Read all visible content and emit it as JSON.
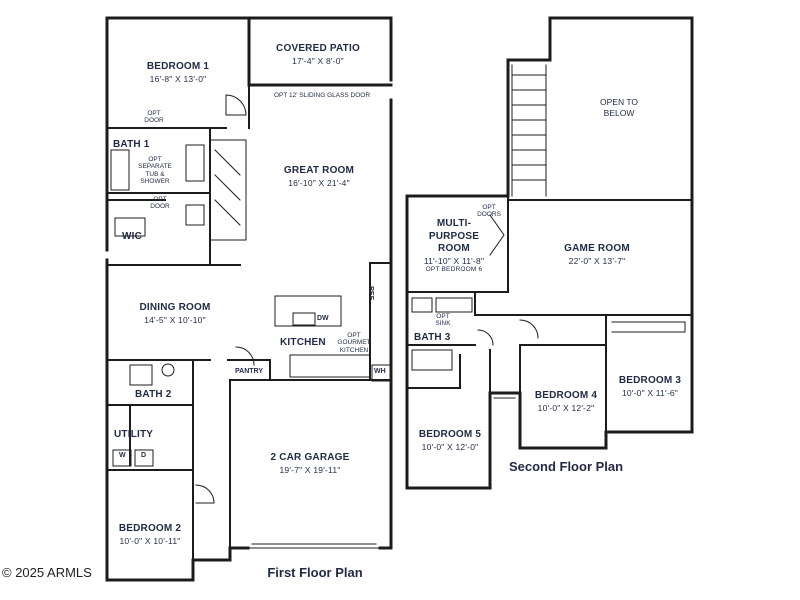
{
  "first_floor": {
    "title": "First Floor Plan",
    "bedroom1": {
      "name": "BEDROOM 1",
      "dim": "16'-8\" X 13'-0\""
    },
    "covered_patio": {
      "name": "COVERED PATIO",
      "dim": "17'-4\" X 8'-0\""
    },
    "opt_sliding": "OPT 12' SLIDING GLASS DOOR",
    "opt_door_1": "OPT\nDOOR",
    "bath1": {
      "name": "BATH 1"
    },
    "opt_tub": "OPT\nSEPARATE\nTUB &\nSHOWER",
    "opt_door_2": "OPT\nDOOR",
    "wic": "WIC",
    "great_room": {
      "name": "GREAT ROOM",
      "dim": "16'-10\" X 21'-4\""
    },
    "dining_room": {
      "name": "DINING ROOM",
      "dim": "14'-5\" X 10'-10\""
    },
    "kitchen": {
      "name": "KITCHEN"
    },
    "opt_gourmet": "OPT\nGOURMET\nKITCHEN",
    "dw": "DW",
    "ref": "REF",
    "pantry": "PANTRY",
    "wh": "WH",
    "bath2": "BATH 2",
    "utility": "UTILITY",
    "washer": "W",
    "dryer": "D",
    "garage": {
      "name": "2 CAR GARAGE",
      "dim": "19'-7\" X 19'-11\""
    },
    "bedroom2": {
      "name": "BEDROOM 2",
      "dim": "10'-0\" X 10'-11\""
    }
  },
  "second_floor": {
    "title": "Second Floor Plan",
    "open_below": "OPEN TO\nBELOW",
    "multi_purpose": {
      "name": "MULTI-\nPURPOSE\nROOM",
      "dim": "11'-10\" X 11'-8\"",
      "note": "OPT BEDROOM 6"
    },
    "opt_doors": "OPT\nDOORS",
    "game_room": {
      "name": "GAME ROOM",
      "dim": "22'-0\" X 13'-7\""
    },
    "opt_sink": "OPT\nSINK",
    "bath3": "BATH 3",
    "bedroom3": {
      "name": "BEDROOM 3",
      "dim": "10'-0\" X 11'-6\""
    },
    "bedroom4": {
      "name": "BEDROOM 4",
      "dim": "10'-0\" X 12'-2\""
    },
    "bedroom5": {
      "name": "BEDROOM 5",
      "dim": "10'-0\" X 12'-0\""
    }
  },
  "copyright": "2025 ARMLS",
  "colors": {
    "wall": "#1c1c1c",
    "text": "#1f2a44"
  }
}
